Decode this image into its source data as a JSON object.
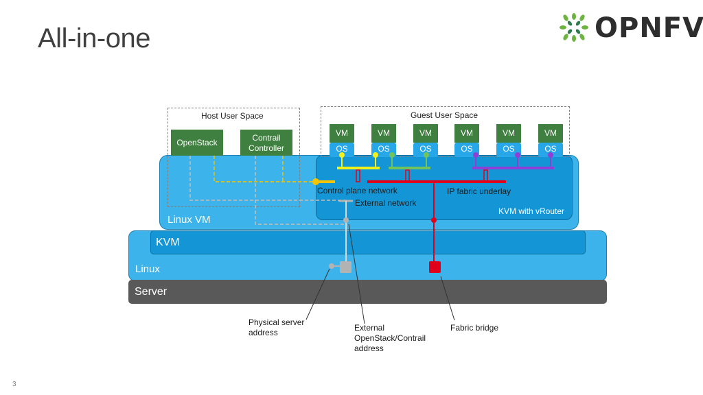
{
  "title": "All-in-one",
  "logo": {
    "text": "OPNFV",
    "leaf_color": "#6cb33f"
  },
  "host_user_space": {
    "label": "Host User Space",
    "openstack": "OpenStack",
    "contrail_controller": "Contrail\nController"
  },
  "guest_user_space": {
    "label": "Guest User Space",
    "vms": [
      {
        "vm": "VM",
        "os": "OS"
      },
      {
        "vm": "VM",
        "os": "OS"
      },
      {
        "vm": "VM",
        "os": "OS"
      },
      {
        "vm": "VM",
        "os": "OS"
      },
      {
        "vm": "VM",
        "os": "OS"
      },
      {
        "vm": "VM",
        "os": "OS"
      }
    ]
  },
  "layers": {
    "linux_vm": "Linux VM",
    "kvm_vrouter": "KVM with vRouter",
    "kvm": "KVM",
    "linux": "Linux",
    "server": "Server"
  },
  "networks": {
    "control_plane": "Control plane network",
    "ip_fabric": "IP fabric underlay",
    "external": "External network"
  },
  "callouts": {
    "physical_server_address": "Physical server\naddress",
    "external_openstack_address": "External\nOpenStack/Contrail\naddress",
    "fabric_bridge": "Fabric bridge"
  },
  "colors": {
    "control_plane": "#f5c400",
    "ip_fabric": "#e0001b",
    "external": "#b3b3b3",
    "yellow_net": "#f2f21a",
    "green_net": "#70c45a",
    "purple_net": "#8f3fd6"
  },
  "page_number": "3"
}
